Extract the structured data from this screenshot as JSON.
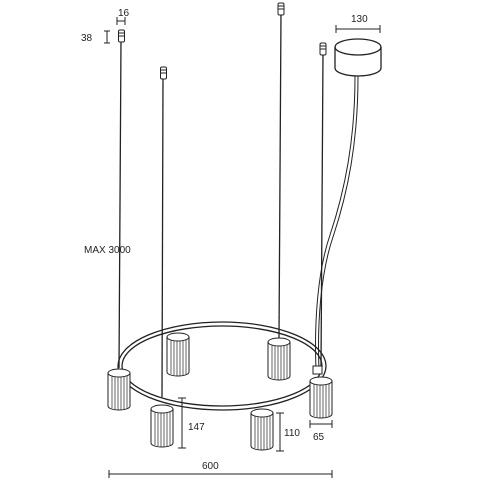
{
  "dimensions": {
    "hook_width": "16",
    "hook_height": "38",
    "canopy_diameter": "130",
    "max_length": "MAX 3000",
    "ring_diameter": "600",
    "spot_height_tall": "147",
    "spot_height_short": "110",
    "spot_diameter": "65"
  }
}
